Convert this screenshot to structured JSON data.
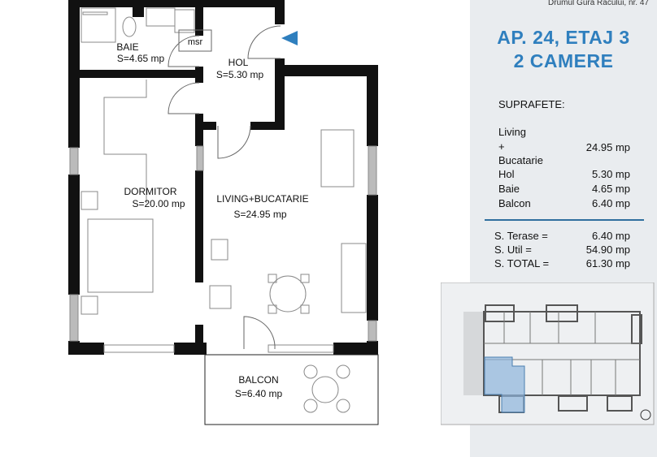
{
  "address": "Drumul Gura Racului, nr. 47",
  "title_line1": "AP. 24, ETAJ 3",
  "title_line2": "2 CAMERE",
  "surfaces_heading": "SUPRAFETE:",
  "accent_color": "#2f7fbe",
  "rooms_plan": {
    "baie": {
      "name": "BAIE",
      "area": "S=4.65 mp"
    },
    "hol": {
      "name": "HOL",
      "area": "S=5.30 mp"
    },
    "dormitor": {
      "name": "DORMITOR",
      "area": "S=20.00 mp"
    },
    "living": {
      "name": "LIVING+BUCATARIE",
      "area": "S=24.95 mp"
    },
    "balcon": {
      "name": "BALCON",
      "area": "S=6.40 mp"
    },
    "msr": "msr"
  },
  "surfaces": {
    "living_l1": "Living",
    "living_l2": "+",
    "living_l3": "Bucatarie",
    "living_value": "24.95 mp",
    "hol": "Hol",
    "hol_value": "5.30 mp",
    "baie": "Baie",
    "baie_value": "4.65 mp",
    "balcon": "Balcon",
    "balcon_value": "6.40 mp"
  },
  "totals": {
    "terase": "S. Terase =",
    "terase_value": "6.40 mp",
    "util": "S. Util =",
    "util_value": "54.90 mp",
    "total": "S. TOTAL =",
    "total_value": "61.30 mp"
  },
  "icons": {
    "entrance": "entrance-arrow-icon",
    "north": "compass-icon"
  }
}
